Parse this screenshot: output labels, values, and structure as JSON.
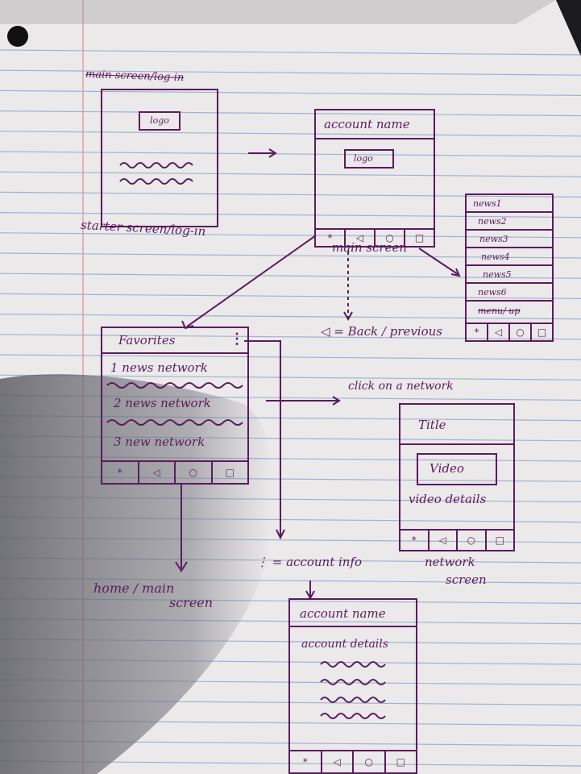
{
  "header_scribble": "main screen/log-in",
  "starter": {
    "logo": "logo",
    "caption": "starter screen/log-in"
  },
  "main": {
    "title": "account name",
    "logo": "logo",
    "caption": "main screen",
    "nav": [
      "*",
      "◁",
      "○",
      "□"
    ]
  },
  "news_list": {
    "items": [
      "news1",
      "news2",
      "news3",
      "news4",
      "news5",
      "news6"
    ],
    "scribble": "menu/ up",
    "nav": [
      "*",
      "◁",
      "○",
      "□"
    ]
  },
  "back_note": "◁ = Back / previous",
  "favorites": {
    "title": "Favorites",
    "menu_icon": "⋮",
    "items": [
      "1  news network",
      "2  news network",
      "3  new network"
    ],
    "nav": [
      "*",
      "◁",
      "○",
      "□"
    ]
  },
  "click_note": "click on a network",
  "network": {
    "title": "Title",
    "video": "Video",
    "details": "video details",
    "caption_line1": "network",
    "caption_line2": "screen",
    "nav": [
      "*",
      "◁",
      "○",
      "□"
    ]
  },
  "home_note_line1": "home / main",
  "home_note_line2": "screen",
  "account_note": "⋮ = account info",
  "account": {
    "title": "account name",
    "details": "account details",
    "nav": [
      "*",
      "◁",
      "○",
      "□"
    ]
  },
  "colors": {
    "ink": "#5a1c5e",
    "paper": "#ece9ea",
    "rule": "#9fb3cf",
    "margin": "#d9a1a8",
    "shadow": "#6f6f78"
  }
}
